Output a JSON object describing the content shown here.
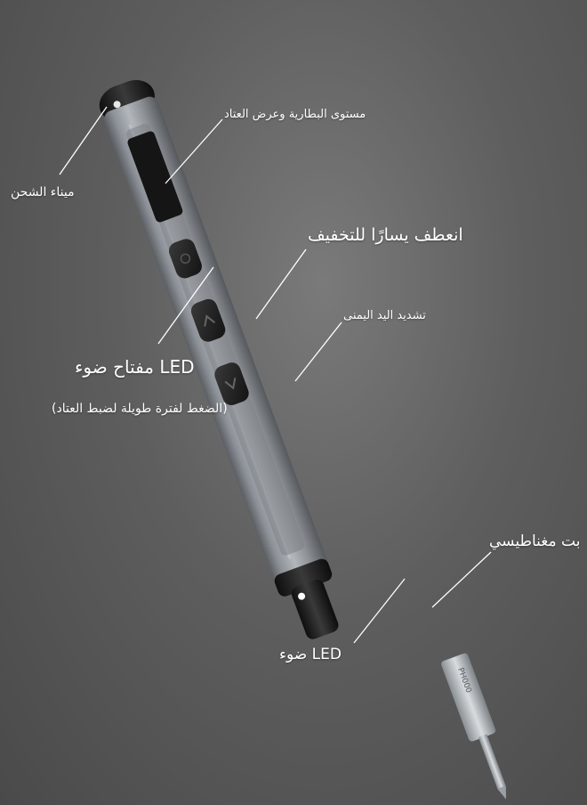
{
  "labels": {
    "battery_display": "مستوى البطارية وعرض العتاد",
    "charging_port": "ميناء الشحن",
    "turn_left_loosen": "انعطف يسارًا للتخفيف",
    "right_hand_tighten": "تشديد اليد اليمنى",
    "led_switch": "LED مفتاح ضوء",
    "long_press_note": "(الضغط لفترة طويلة لضبط العتاد)",
    "magnetic_bit": "بت مغناطيسي",
    "led_light": "LED ضوء"
  },
  "bit_engraving": "PH000",
  "colors": {
    "background": "#5e5e5e",
    "body": "#9a9ea3",
    "caps": "#1c1c1c",
    "label_text": "#ffffff"
  }
}
